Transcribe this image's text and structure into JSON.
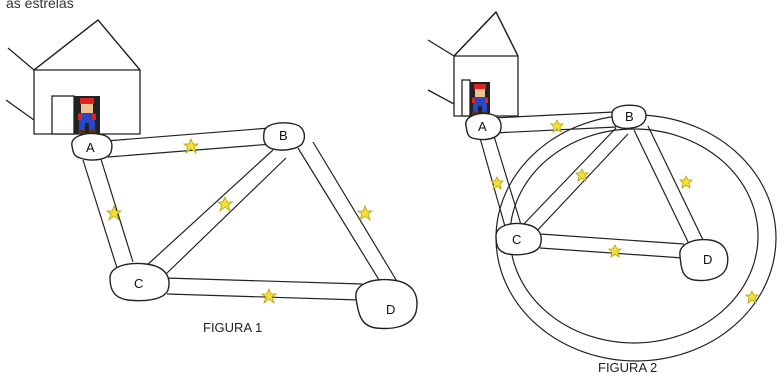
{
  "top_cut_text": "as estrelas",
  "figure1": {
    "caption": "FIGURA 1",
    "nodes": {
      "A": "A",
      "B": "B",
      "C": "C",
      "D": "D"
    }
  },
  "figure2": {
    "caption": "FIGURA 2",
    "nodes": {
      "A": "A",
      "B": "B",
      "C": "C",
      "D": "D"
    }
  },
  "icons": [
    "house-icon",
    "mario-icon",
    "star-icon",
    "stone-icon"
  ],
  "colors": {
    "star_fill": "#f5df3a",
    "star_stroke": "#b8a000",
    "line": "#222222"
  }
}
